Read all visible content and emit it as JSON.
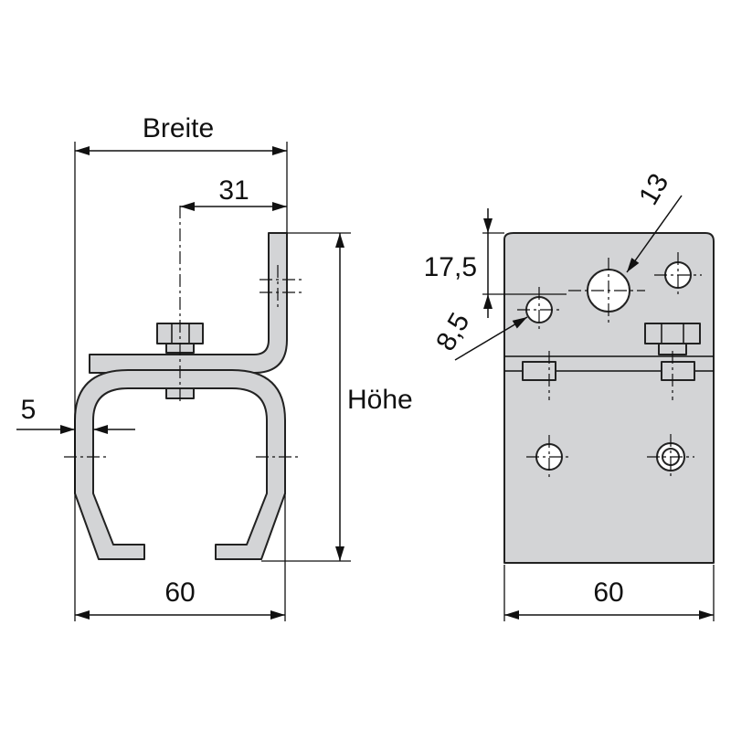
{
  "labels": {
    "width": "Breite",
    "height": "Höhe",
    "offset_31": "31",
    "wall_5": "5",
    "bottom_width_left": "60",
    "bottom_width_right": "60",
    "hole_spacing": "17,5",
    "small_hole": "8,5",
    "large_hole": "13"
  },
  "colors": {
    "part_fill": "#d3d4d6",
    "line": "#222222"
  }
}
